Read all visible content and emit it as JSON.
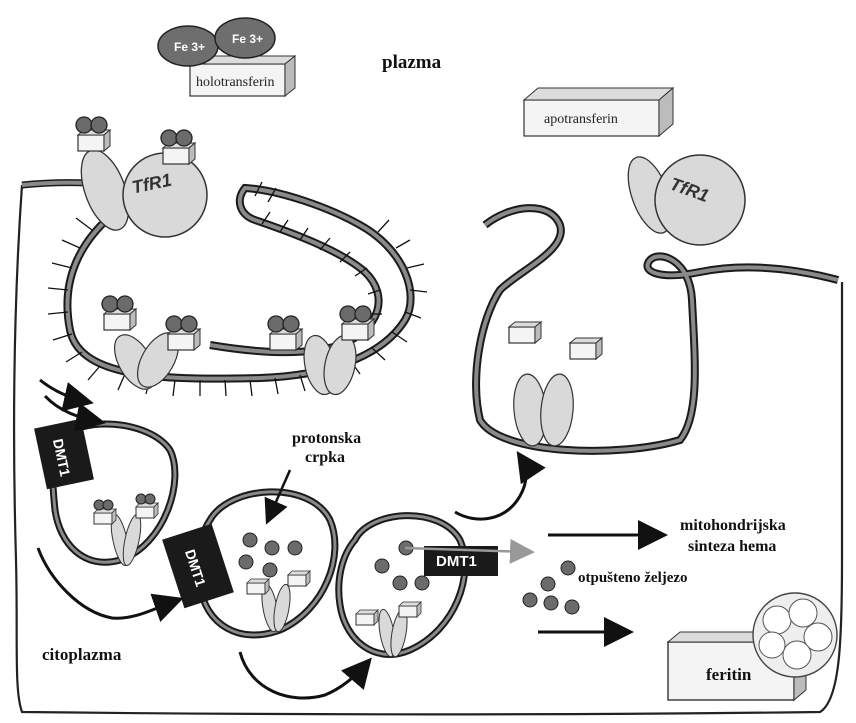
{
  "labels": {
    "plasma": "plazma",
    "cytoplasm": "citoplazma",
    "holotransferrin": "holotransferin",
    "apotransferrin": "apotransferin",
    "fe1": "Fe 3+",
    "fe2": "Fe 3+",
    "tfr1_left": "TfR1",
    "tfr1_right": "TfR1",
    "dmt1_a": "DMT1",
    "dmt1_b": "DMT1",
    "dmt1_c": "DMT1",
    "proton_pump_line1": "protonska",
    "proton_pump_line2": "crpka",
    "released_iron": "otpušteno željezo",
    "heme_line1": "mitohondrijska",
    "heme_line2": "sinteza hema",
    "ferritin": "feritin"
  },
  "colors": {
    "membrane_fill": "#8a8a8a",
    "membrane_stroke": "#1a1a1a",
    "iron_ball": "#6b6b6b",
    "receptor": "#d9d9d9",
    "dmt1_box": "#1a1a1a",
    "fe_ellipse": "#6e6e6e"
  }
}
